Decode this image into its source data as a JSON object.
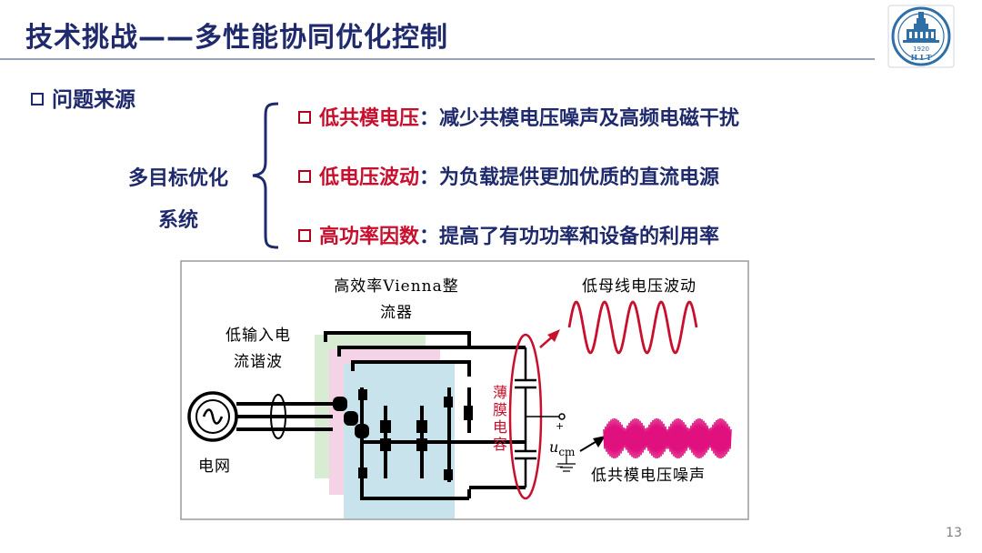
{
  "slide": {
    "title": "技术挑战——多性能协同优化控制",
    "page_number": "13"
  },
  "logo": {
    "year": "1920",
    "letters": "H I T"
  },
  "section": {
    "heading": "问题来源"
  },
  "system_label": {
    "line1": "多目标优化",
    "line2": "系统"
  },
  "objectives": [
    {
      "name": "低共模电压",
      "desc": "：减少共模电压噪声及高频电磁干扰"
    },
    {
      "name": "低电压波动",
      "desc": "：为负载提供更加优质的直流电源"
    },
    {
      "name": "高功率因数",
      "desc": "：提高了有功功率和设备的利用率"
    }
  ],
  "diagram": {
    "rectifier_line1": "高效率Vienna整",
    "rectifier_line2": "流器",
    "harmonic_line1": "低输入电",
    "harmonic_line2": "流谐波",
    "grid": "电网",
    "bus_ripple": "低母线电压波动",
    "cm_noise": "低共模电压噪声",
    "film_cap": "薄膜电容",
    "ucm": "u",
    "ucm_sub": "cm",
    "plus": "+",
    "minus": "−"
  },
  "colors": {
    "title": "#1f2a6d",
    "accent": "#c8102e",
    "rule": "#9aa3b5"
  }
}
